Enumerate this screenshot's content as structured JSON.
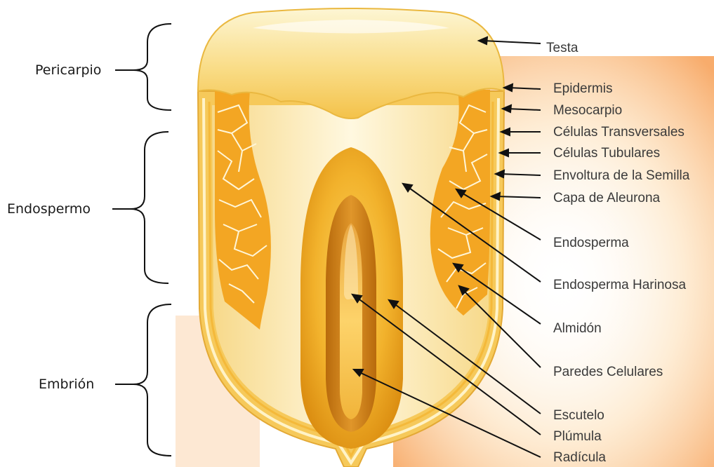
{
  "groups": {
    "pericarpio": "Pericarpio",
    "endospermo": "Endospermo",
    "embrion": "Embrión"
  },
  "labels": {
    "testa": "Testa",
    "epidermis": "Epidermis",
    "mesocarpio": "Mesocarpio",
    "celulas_transversales": "Células Transversales",
    "celulas_tubulares": "Células Tubulares",
    "envoltura": "Envoltura de la Semilla",
    "aleurona": "Capa de Aleurona",
    "endosperma": "Endosperma",
    "endosperma_harinosa": "Endosperma Harinosa",
    "almidon": "Almidón",
    "paredes": "Paredes Celulares",
    "escutelo": "Escutelo",
    "plumula": "Plúmula",
    "radicula": "Radícula"
  },
  "colors": {
    "pericarp_light": "#fdf2c0",
    "pericarp_gold": "#f6c64a",
    "endosperm_cream": "#fff7dc",
    "starch_orange": "#f3a623",
    "embryo_orange": "#e69a12",
    "embryo_dark": "#c77a0e",
    "background_glow": "#f9b06a"
  }
}
